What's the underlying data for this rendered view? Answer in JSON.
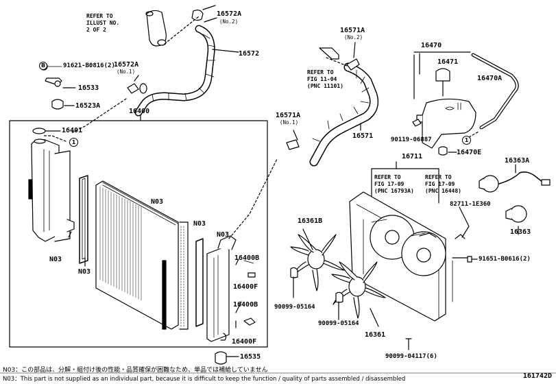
{
  "diagram": {
    "parts": {
      "p16572A_top": "16572A",
      "p16572A_top_note": "(No.2)",
      "p16572": "16572",
      "p16572A_mid": "16572A",
      "p16572A_mid_note": "(No.1)",
      "p91621": "91621-B0816(2)",
      "p91621_badge": "B",
      "p16533": "16533",
      "p16523A": "16523A",
      "p16400": "16400",
      "p16401": "16401",
      "p16571A_top": "16571A",
      "p16571A_top_note": "(No.2)",
      "p16571": "16571",
      "p16571A_mid": "16571A",
      "p16571A_mid_note": "(No.1)",
      "p16470": "16470",
      "p16471": "16471",
      "p16470A": "16470A",
      "p90119": "90119-06887",
      "p16470E": "16470E",
      "p16711": "16711",
      "p16363A": "16363A",
      "p82711": "82711-1E360",
      "p16363": "16363",
      "p16361B": "16361B",
      "p91651": "91651-B0616(2)",
      "p90099a": "90099-05164",
      "p90099b": "90099-05164",
      "p16361": "16361",
      "p90099c": "90099-04117(6)",
      "p16400B_a": "16400B",
      "p16400F_a": "16400F",
      "p16400B_b": "16400B",
      "p16400F_b": "16400F",
      "p16535": "16535",
      "n03_1": "N03",
      "n03_2": "N03",
      "n03_3": "N03",
      "n03_4": "N03",
      "n03_5": "N03"
    },
    "refs": {
      "illust": "REFER TO\nILLUST NO.\n2 OF 2",
      "fig11": "REFER TO\nFIG 11-04\n(PNC 11101)",
      "fig17a": "REFER TO\nFIG 17-09\n(PNC 16793A)",
      "fig17b": "REFER TO\nFIG 17-09\n(PNC 16448)"
    },
    "circles": {
      "c1a": "1",
      "c1b": "1"
    },
    "footnote_jp": "N03：この部品は、分解・組付け後の性能・品質確保が困難なため、単品では補給していません",
    "footnote_en": "N03：This part is not supplied as an individual part, because it is difficult to keep the function / quality of parts assembled / disassembled",
    "diagram_code": "161742D"
  }
}
